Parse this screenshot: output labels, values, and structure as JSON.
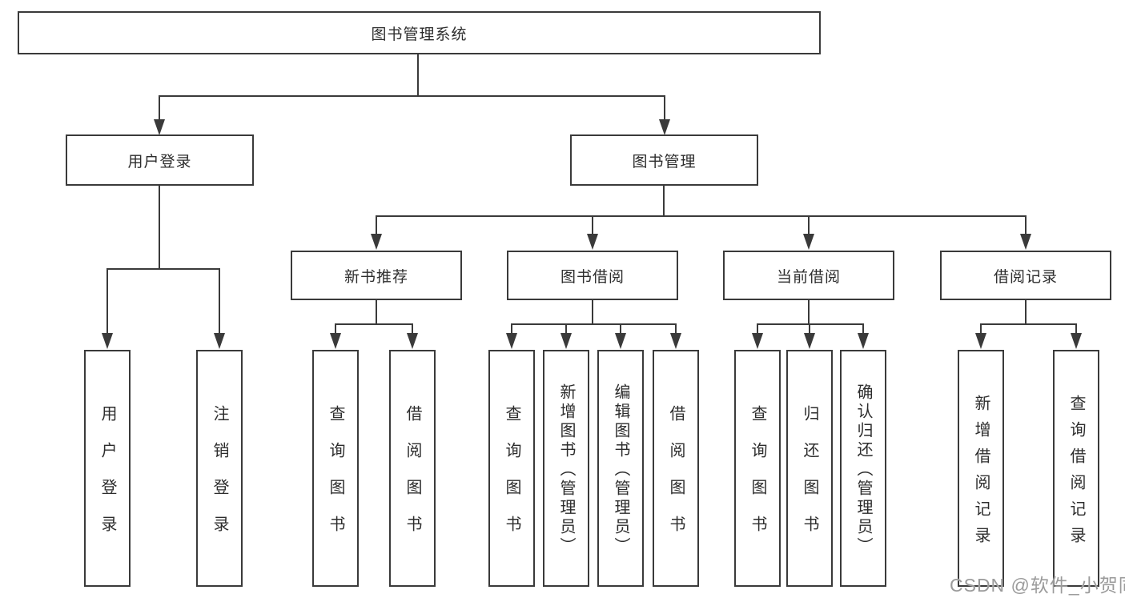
{
  "diagram": {
    "root": {
      "label": "图书管理系统"
    },
    "level2": [
      {
        "label": "用户登录"
      },
      {
        "label": "图书管理"
      }
    ],
    "level3": [
      {
        "label": "新书推荐"
      },
      {
        "label": "图书借阅"
      },
      {
        "label": "当前借阅"
      },
      {
        "label": "借阅记录"
      }
    ],
    "leaves": {
      "user_login": [
        "用户登录",
        "注销登录"
      ],
      "new_book": [
        "查询图书",
        "借阅图书"
      ],
      "book_borrow": [
        "查询图书",
        "新增图书（管理员）",
        "编辑图书（管理员）",
        "借阅图书"
      ],
      "current_borrow": [
        "查询图书",
        "归还图书",
        "确认归还（管理员）"
      ],
      "borrow_records": [
        "新增借阅记录",
        "查询借阅记录"
      ]
    }
  },
  "watermark": {
    "text": "CSDN @软件_小贺同学"
  },
  "colors": {
    "line": "#3a3a3a",
    "text": "#2d2d2d",
    "watermark": "#9b9b9b",
    "background": "#ffffff"
  }
}
